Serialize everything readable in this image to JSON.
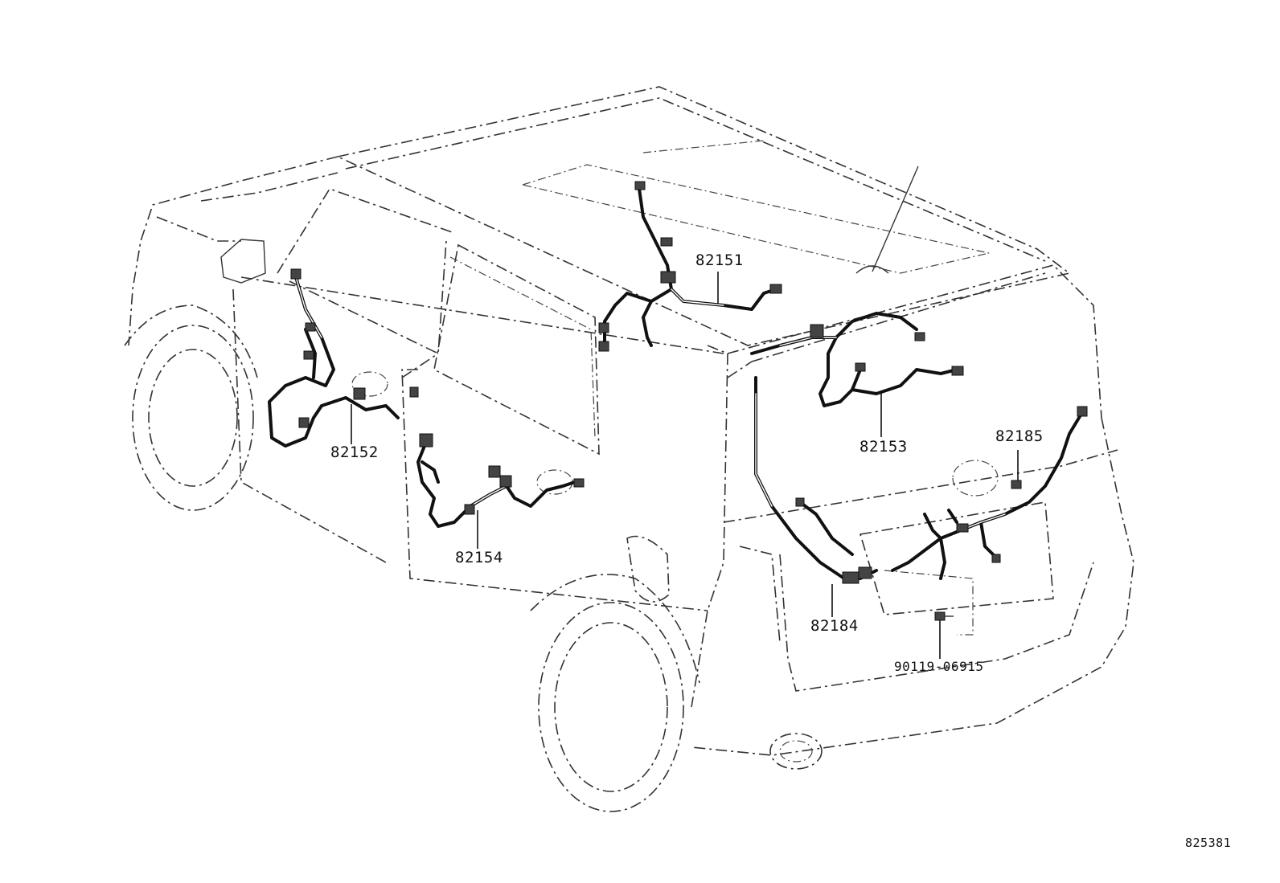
{
  "parts": [
    {
      "id": "p82151",
      "number": "82151"
    },
    {
      "id": "p82152",
      "number": "82152"
    },
    {
      "id": "p82153",
      "number": "82153"
    },
    {
      "id": "p82154",
      "number": "82154"
    },
    {
      "id": "p82184",
      "number": "82184"
    },
    {
      "id": "p82185",
      "number": "82185"
    },
    {
      "id": "p90119",
      "number": "90119-06915"
    }
  ],
  "figure_code": "825381"
}
